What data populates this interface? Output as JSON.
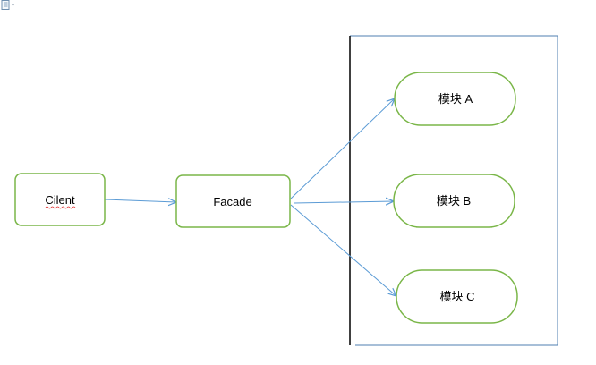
{
  "toolbar": {
    "icon": "document-icon",
    "dropdown_icon": "dropdown-arrow-icon"
  },
  "nodes": {
    "client": "Cilent",
    "facade": "Facade",
    "module_a": "模块 A",
    "module_b": "模块 B",
    "module_c": "模块 C"
  },
  "colors": {
    "node_border": "#7ab648",
    "arrow": "#5b9bd5",
    "subsystem_border": "#4f7fb0",
    "subsystem_left_edge": "#000000",
    "spell_underline": "#e03030"
  }
}
